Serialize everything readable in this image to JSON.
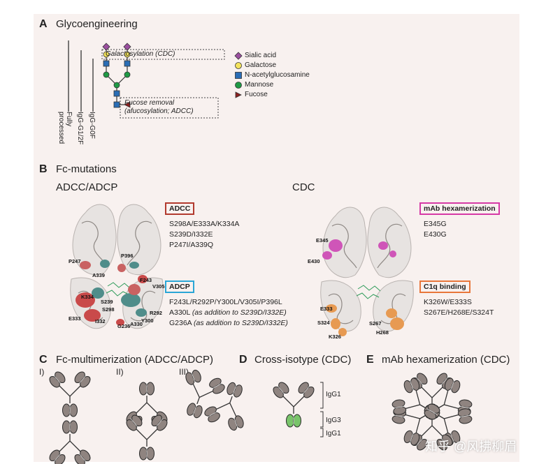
{
  "panel_a": {
    "letter": "A",
    "title": "Glycoengineering",
    "lanes": [
      "Fully processed",
      "IgG-G1/2F",
      "IgG-G0F"
    ],
    "box_galactosylation": "Galactosylation (CDC)",
    "box_fucose": [
      "Fucose removal",
      "(afucosylation; ADCC)"
    ],
    "legend": [
      {
        "label": "Sialic acid",
        "shape": "diamond",
        "color": "#9b4f9f"
      },
      {
        "label": "Galactose",
        "shape": "circle",
        "color": "#f3e35c"
      },
      {
        "label": "N-acetylglucosamine",
        "shape": "square",
        "color": "#2a6db5"
      },
      {
        "label": "Mannose",
        "shape": "circle",
        "color": "#1f9a45"
      },
      {
        "label": "Fucose",
        "shape": "triangle",
        "color": "#8b2020"
      }
    ]
  },
  "panel_b": {
    "letter": "B",
    "title": "Fc-mutations",
    "left_subtitle": "ADCC/ADCP",
    "right_subtitle": "CDC",
    "adcc": {
      "heading": "ADCC",
      "color": "#b23a2e",
      "lines": [
        "S298A/E333A/K334A",
        "S239D/I332E",
        "P247I/A339Q"
      ]
    },
    "adcp": {
      "heading": "ADCP",
      "color": "#2aa6d6",
      "lines": [
        {
          "main": "F243L/R292P/Y300L/V305I/P396L",
          "note": ""
        },
        {
          "main": "A330L ",
          "note": "(as addition to S239D/I332E)"
        },
        {
          "main": "G236A ",
          "note": "(as addition to S239D/I332E)"
        }
      ]
    },
    "hexamer": {
      "heading": "mAb hexamerization",
      "color": "#d63aa6",
      "lines": [
        "E345G",
        "E430G"
      ]
    },
    "c1q": {
      "heading": "C1q binding",
      "color": "#e8763a",
      "lines": [
        "K326W/E333S",
        "S267E/H268E/S324T"
      ]
    },
    "left_residues": [
      "P247",
      "P396",
      "A339",
      "F243",
      "V305",
      "K334",
      "S239",
      "S298",
      "R292",
      "E333",
      "I332",
      "G236",
      "A330",
      "Y300"
    ],
    "right_residues": [
      "E345",
      "E430",
      "E333",
      "S324",
      "K326",
      "S267",
      "H268"
    ]
  },
  "panel_c": {
    "letter": "C",
    "title": "Fc-multimerization (ADCC/ADCP)",
    "labels": [
      "I)",
      "II)",
      "III)"
    ]
  },
  "panel_d": {
    "letter": "D",
    "title": "Cross-isotype (CDC)",
    "brackets": [
      "IgG1",
      "IgG3",
      "IgG1"
    ]
  },
  "panel_e": {
    "letter": "E",
    "title": "mAb hexamerization (CDC)"
  },
  "watermark": "知乎 @风拂柳眉",
  "colors": {
    "domain_fill": "#8f8480",
    "domain_stroke": "#2a2a2a",
    "igg3_fill": "#79c46a"
  }
}
